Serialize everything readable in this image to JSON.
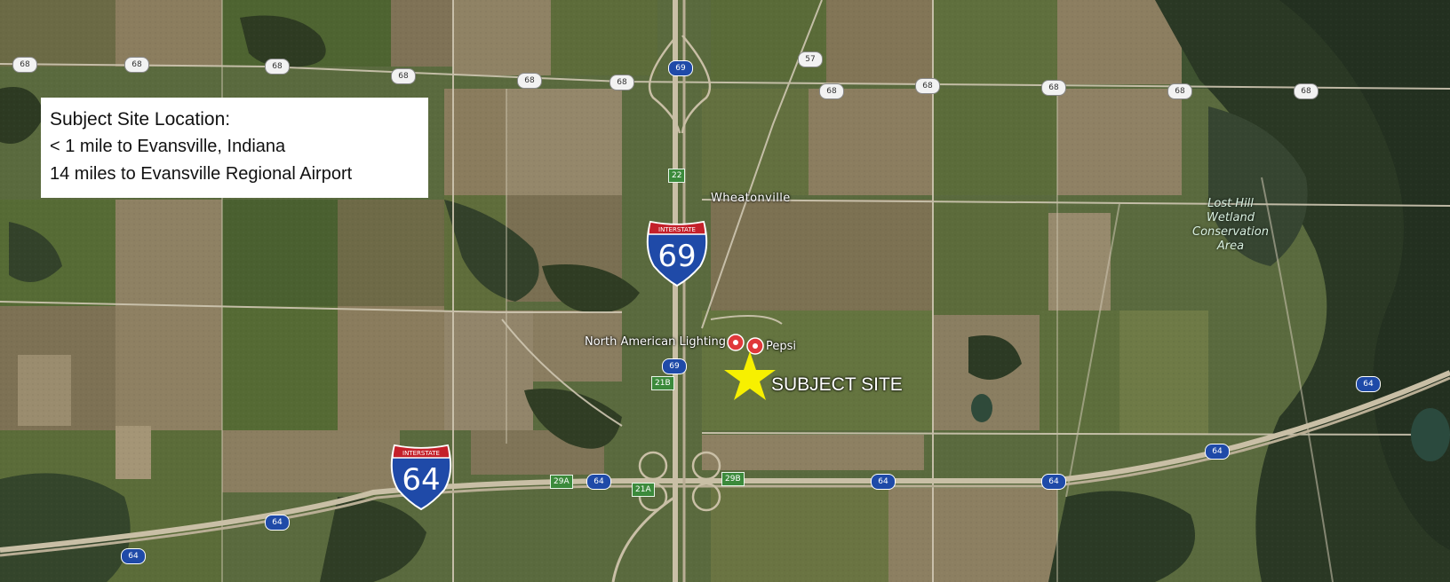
{
  "info_box": {
    "title": "Subject Site Location:",
    "lines": [
      "< 1 mile to Evansville, Indiana",
      "14 miles to Evansville Regional Airport"
    ]
  },
  "places": {
    "wheatonville": "Wheatonville",
    "wetland": [
      "Lost Hill",
      "Wetland",
      "Conservation",
      "Area"
    ]
  },
  "pois": [
    {
      "label": "North American Lighting"
    },
    {
      "label": "Pepsi"
    }
  ],
  "subject_site": {
    "label": "SUBJECT SITE",
    "color": "#f7f000"
  },
  "interstates": [
    {
      "banner": "INTERSTATE",
      "number": "69"
    },
    {
      "banner": "INTERSTATE",
      "number": "64"
    }
  ],
  "route_shields": {
    "r68": "68",
    "r57": "57",
    "r69": "69",
    "r64": "64"
  },
  "exits": [
    "22",
    "21B",
    "29A",
    "21A",
    "29B"
  ],
  "colors": {
    "field_tan": "#8a7a5c",
    "field_green": "#4d6b33",
    "forest": "#2c3a22",
    "road": "#d9cfb8",
    "interstate_blue": "#1f4aa8",
    "interstate_red": "#c4202a"
  }
}
